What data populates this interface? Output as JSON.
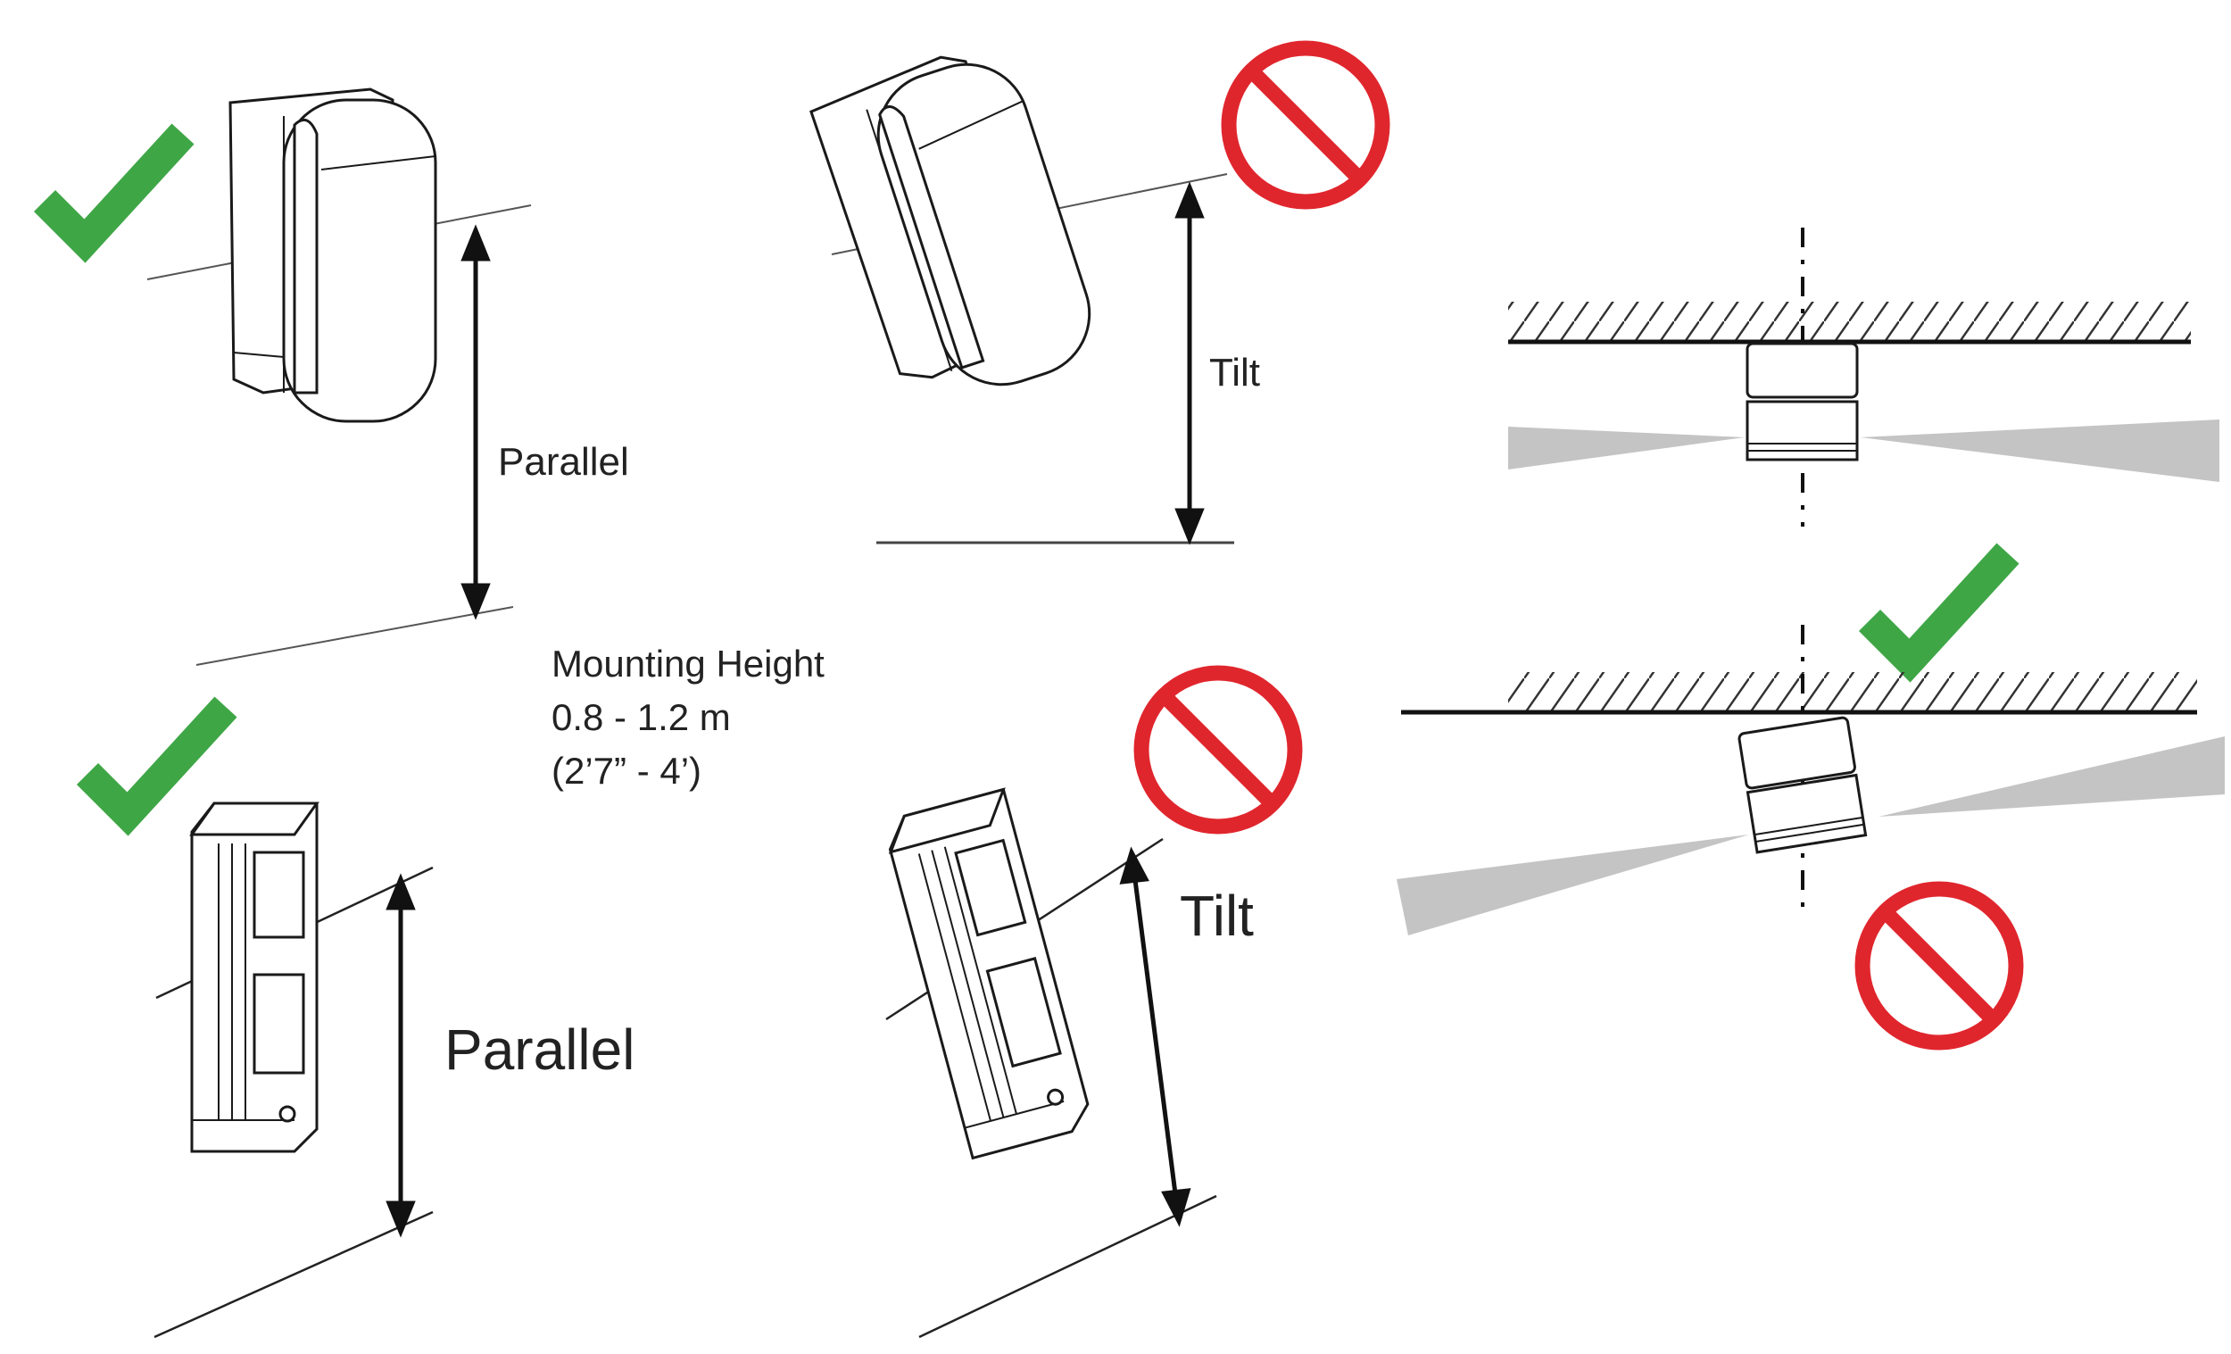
{
  "labels": {
    "parallel_top": "Parallel",
    "tilt_top": "Tilt",
    "parallel_bottom": "Parallel",
    "tilt_bottom": "Tilt",
    "mounting_height": {
      "line1": "Mounting Height",
      "line2": "0.8 - 1.2 m",
      "line3": "(2’7” - 4’)"
    }
  },
  "colors": {
    "check": "#3fa646",
    "prohibited": "#e0262d",
    "beam": "#c4c4c4",
    "line": "#1a1a1a"
  },
  "icons": {
    "correct": "check-mark-icon",
    "incorrect": "prohibited-icon"
  }
}
